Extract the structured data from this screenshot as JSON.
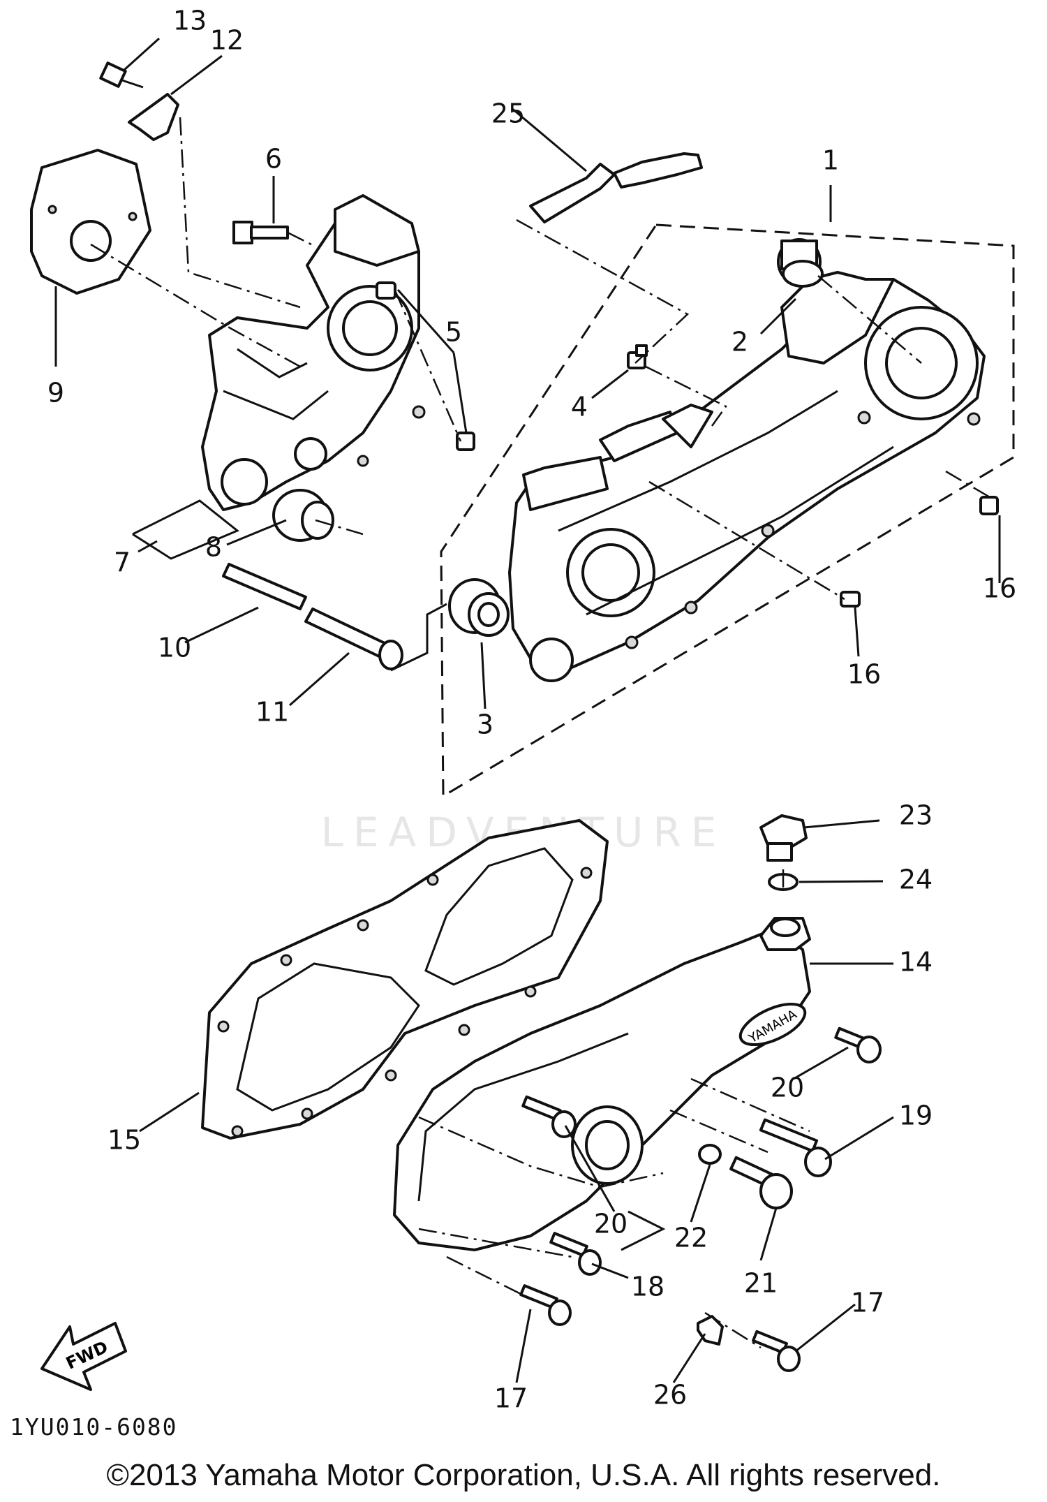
{
  "watermark": "LEADVENTURE",
  "diagram_code": "1YU010-6080",
  "fwd_label": "FWD",
  "copyright": "©2013 Yamaha Motor Corporation, U.S.A. All rights reserved.",
  "callouts": {
    "c1": "1",
    "c2": "2",
    "c3": "3",
    "c4": "4",
    "c5": "5",
    "c6": "6",
    "c7": "7",
    "c8": "8",
    "c9": "9",
    "c10": "10",
    "c11": "11",
    "c12": "12",
    "c13": "13",
    "c14": "14",
    "c15": "15",
    "c16a": "16",
    "c16b": "16",
    "c17a": "17",
    "c17b": "17",
    "c18": "18",
    "c19": "19",
    "c20a": "20",
    "c20b": "20",
    "c21": "21",
    "c22": "22",
    "c23": "23",
    "c24": "24",
    "c25": "25",
    "c26": "26"
  },
  "cover_logo": "YAMAHA"
}
